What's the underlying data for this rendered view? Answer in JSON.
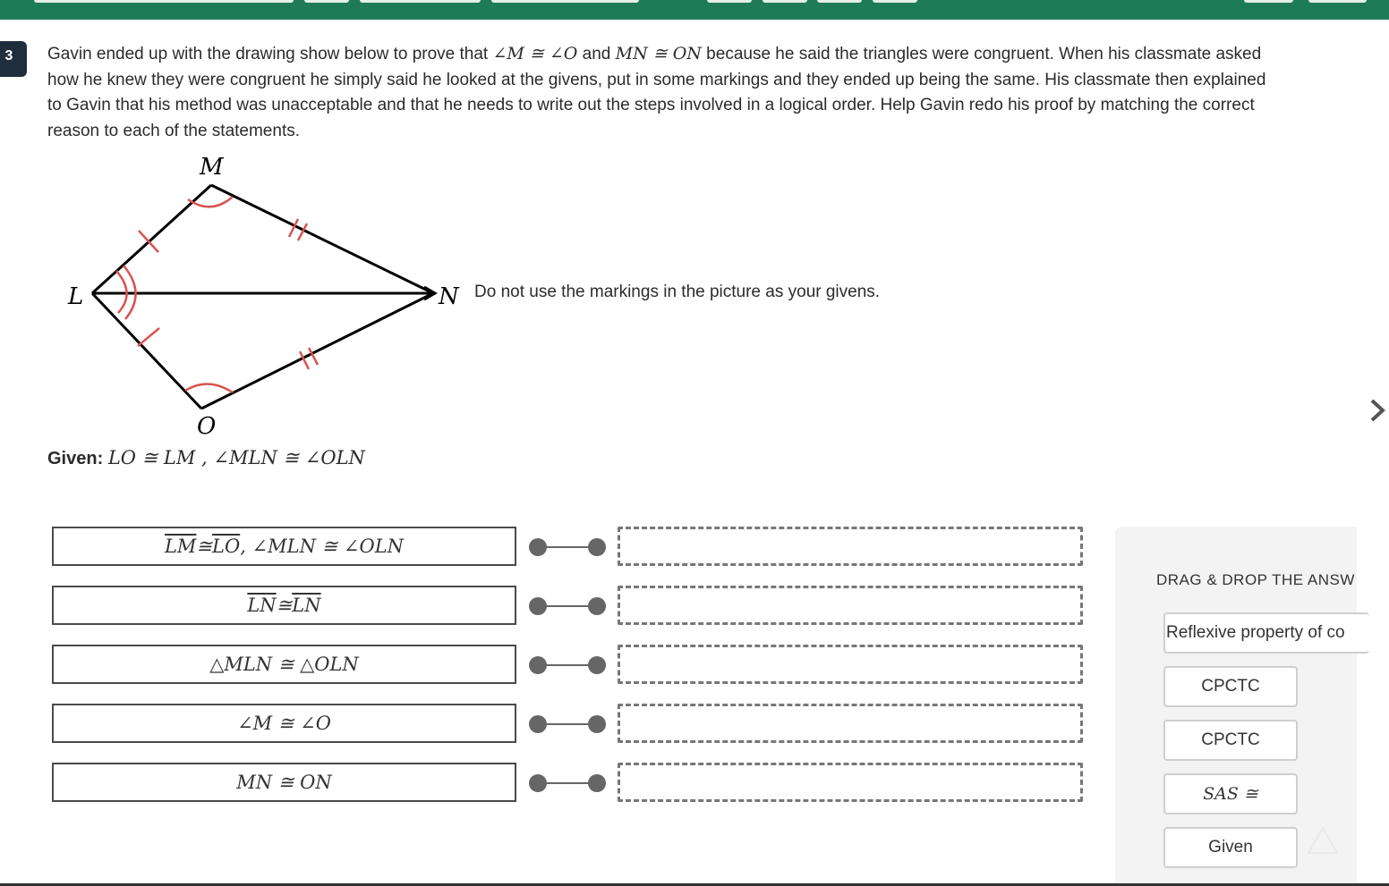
{
  "header": {
    "question_number": "3"
  },
  "prompt": {
    "p1": "Gavin ended up with the drawing show below to prove that ",
    "m1": "∠M ≅ ∠O",
    "p2": " and ",
    "m2": "MN ≅ ON",
    "p3": " because he said the triangles were congruent.  When his classmate asked how he knew they were congruent he simply said he looked at the givens, put in some markings and they ended up being the same.  His classmate then explained to Gavin that his method was unacceptable and that he needs to write out the steps involved in a logical order.  Help Gavin redo his proof by matching the correct reason to each of the statements."
  },
  "diagram": {
    "labels": {
      "M": "M",
      "L": "L",
      "N": "N",
      "O": "O"
    },
    "note": "Do not use the markings in the picture as your givens."
  },
  "given": {
    "label": "Given:",
    "text": "LO ≅ LM , ∠MLN ≅ ∠OLN"
  },
  "statements": [
    {
      "a": "LM",
      "b": " ≅ ",
      "c": "LO",
      "d": ", ∠MLN ≅ ∠OLN"
    },
    {
      "a": "LN",
      "b": " ≅ ",
      "c": "LN",
      "d": ""
    },
    {
      "a": "",
      "b": "△MLN ≅ △OLN",
      "c": "",
      "d": ""
    },
    {
      "a": "",
      "b": "∠M ≅ ∠O",
      "c": "",
      "d": ""
    },
    {
      "a": "",
      "b": "MN ≅ ON",
      "c": "",
      "d": ""
    }
  ],
  "answer_bank": {
    "title": "DRAG & DROP THE ANSW",
    "chips": [
      "Reflexive property of co",
      "CPCTC",
      "CPCTC",
      "SAS ≅",
      "Given"
    ]
  },
  "colors": {
    "topbar": "#1e7b57",
    "marks": "#d9534f",
    "connector": "#666666"
  }
}
